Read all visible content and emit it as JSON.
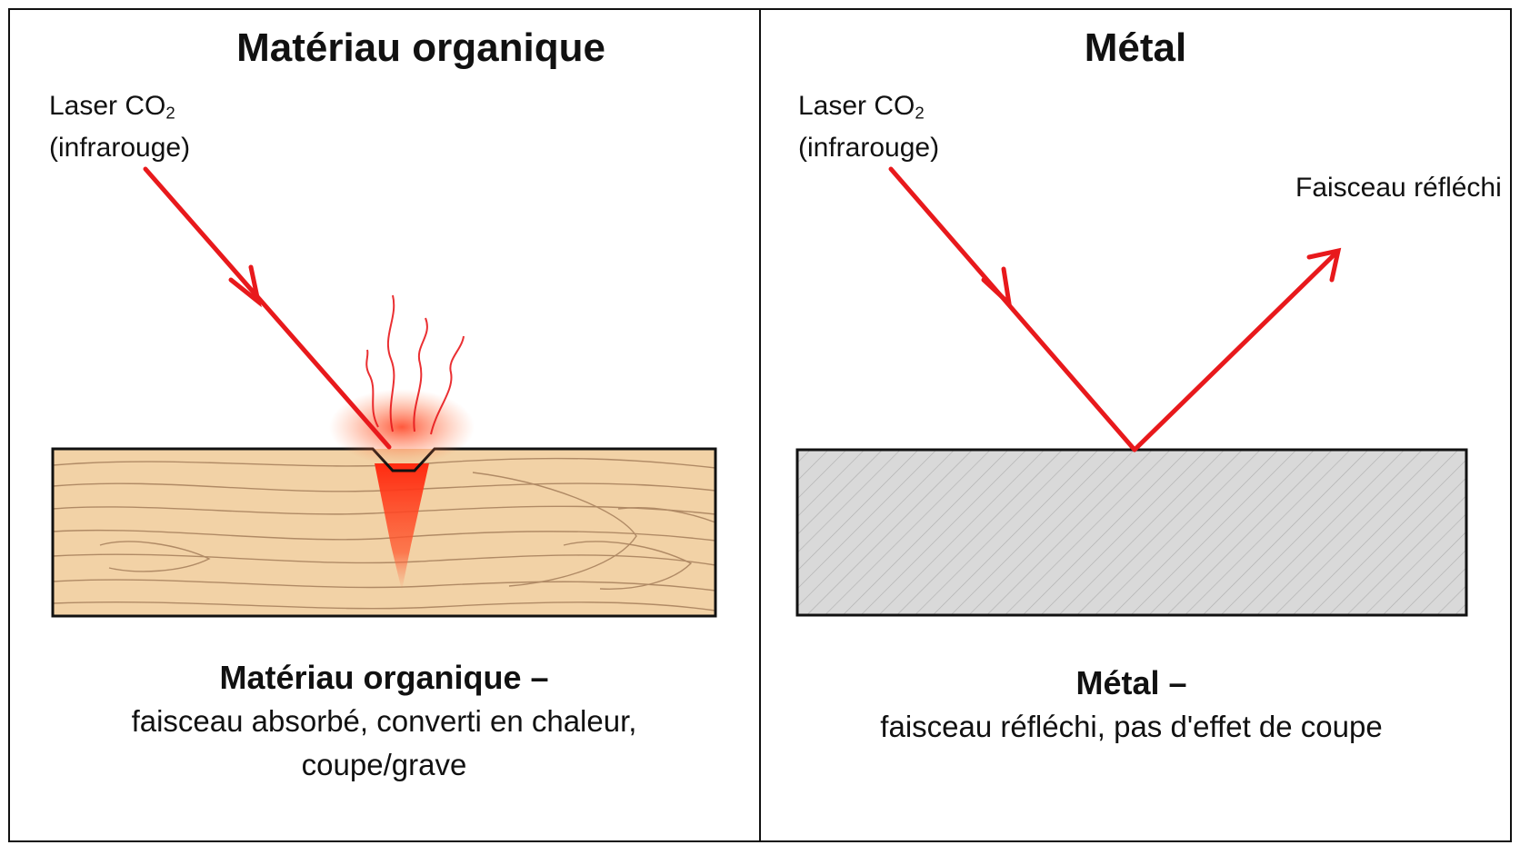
{
  "left_panel": {
    "title": "Matériau organique",
    "laser_label_main": "Laser CO",
    "laser_label_sub": "2",
    "laser_label_line2": "(infrarouge)",
    "caption_title": "Matériau organique –",
    "caption_line1": "faisceau absorbé, converti en chaleur,",
    "caption_line2": "coupe/grave"
  },
  "right_panel": {
    "title": "Métal",
    "laser_label_main": "Laser CO",
    "laser_label_sub": "2",
    "laser_label_line2": "(infrarouge)",
    "reflected_label": "Faisceau réfléchi",
    "caption_title": "Métal –",
    "caption_line1": "faisceau réfléchi, pas d'effet de coupe"
  },
  "colors": {
    "laser": "#e8191c",
    "wood": "#f2d2a6",
    "wood_grain": "#9b7350",
    "metal": "#d9d9d9",
    "metal_hatch": "#9a9a9a",
    "border": "#111111",
    "heat": "#ff3b1a"
  },
  "icons": [
    "laser-beam-arrow",
    "heat-smoke-icon",
    "reflected-beam-arrow"
  ]
}
